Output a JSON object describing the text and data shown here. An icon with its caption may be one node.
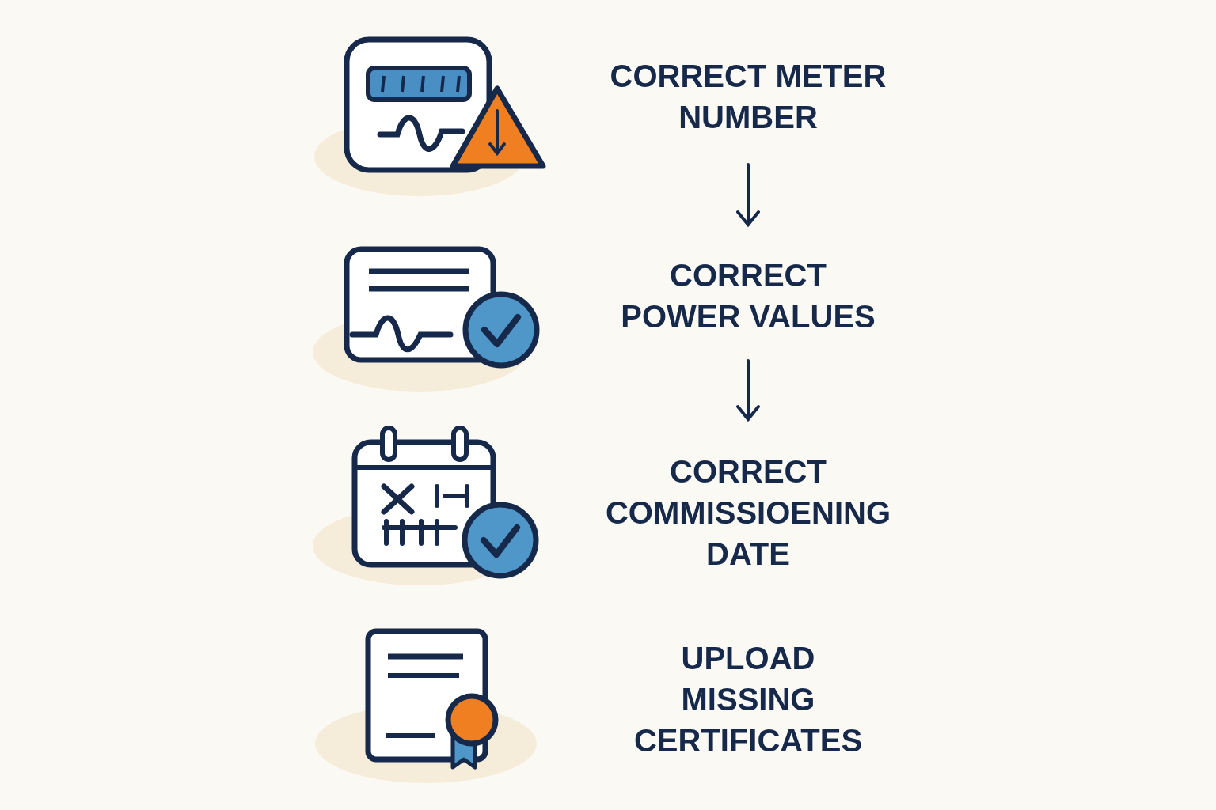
{
  "diagram": {
    "nodes": [
      {
        "text": [
          "CORRECT METER NUMBER"
        ]
      },
      {
        "text": [
          "CORRECT POWER VALUES"
        ]
      },
      {
        "text": [
          "CORRECT COMMISSIOENING DATE"
        ]
      },
      {
        "text": [
          "UPLOAD MISSING CERTIFICATES"
        ]
      }
    ],
    "edges": [
      {
        "from": 0,
        "to": 1,
        "arrow": "to"
      },
      {
        "from": 1,
        "to": 2,
        "arrow": "to"
      }
    ]
  }
}
